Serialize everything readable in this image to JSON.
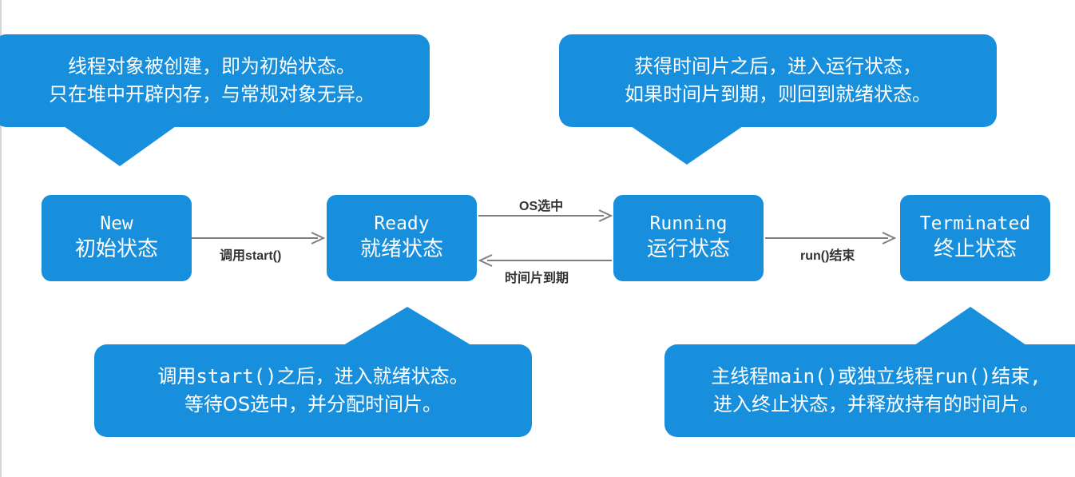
{
  "states": {
    "new": {
      "en": "New",
      "zh": "初始状态"
    },
    "ready": {
      "en": "Ready",
      "zh": "就绪状态"
    },
    "running": {
      "en": "Running",
      "zh": "运行状态"
    },
    "terminated": {
      "en": "Terminated",
      "zh": "终止状态"
    }
  },
  "transitions": {
    "new_to_ready": "调用start()",
    "ready_to_running": "OS选中",
    "running_to_ready": "时间片到期",
    "running_to_terminated": "run()结束"
  },
  "callouts": {
    "new": {
      "line1": "线程对象被创建，即为初始状态。",
      "line2": "只在堆中开辟内存，与常规对象无异。"
    },
    "running": {
      "line1": "获得时间片之后，进入运行状态，",
      "line2": "如果时间片到期，则回到就绪状态。"
    },
    "ready": {
      "line1": "调用start()之后，进入就绪状态。",
      "line2": "等待OS选中，并分配时间片。"
    },
    "terminated": {
      "line1": "主线程main()或独立线程run()结束,",
      "line2": "进入终止状态，并释放持有的时间片。"
    }
  },
  "colors": {
    "fill": "#178fdd",
    "arrow": "#7f7f7f",
    "label": "#333333"
  }
}
